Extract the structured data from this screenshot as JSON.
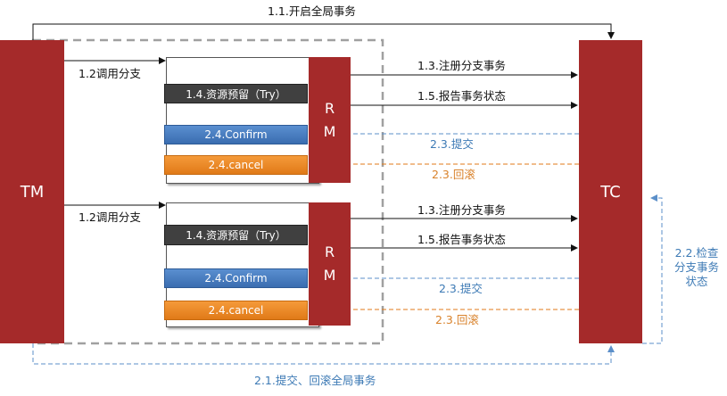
{
  "actors": {
    "tm": "TM",
    "tc": "TC"
  },
  "rm": {
    "line1": "R",
    "line2": "M"
  },
  "messages": {
    "start_global": "1.1.开启全局事务",
    "call_branch": "1.2调用分支",
    "register_branch": "1.3.注册分支事务",
    "report_status": "1.5.报告事务状态",
    "commit": "2.3.提交",
    "rollback": "2.3.回滚",
    "check_status": "2.2.检查分支事务状态",
    "commit_rollback_global": "2.1.提交、回滚全局事务"
  },
  "branch_ops": {
    "try": "1.4.资源预留（Try）",
    "confirm": "2.4.Confirm",
    "cancel": "2.4.cancel"
  },
  "colors": {
    "actor": "#a52a2a",
    "try": "#404040",
    "confirm": "#3a6db0",
    "cancel": "#e07a18",
    "dashed_blue": "#5b8fc9",
    "dashed_orange": "#e07a18",
    "dashed_gray": "#a0a0a0"
  }
}
